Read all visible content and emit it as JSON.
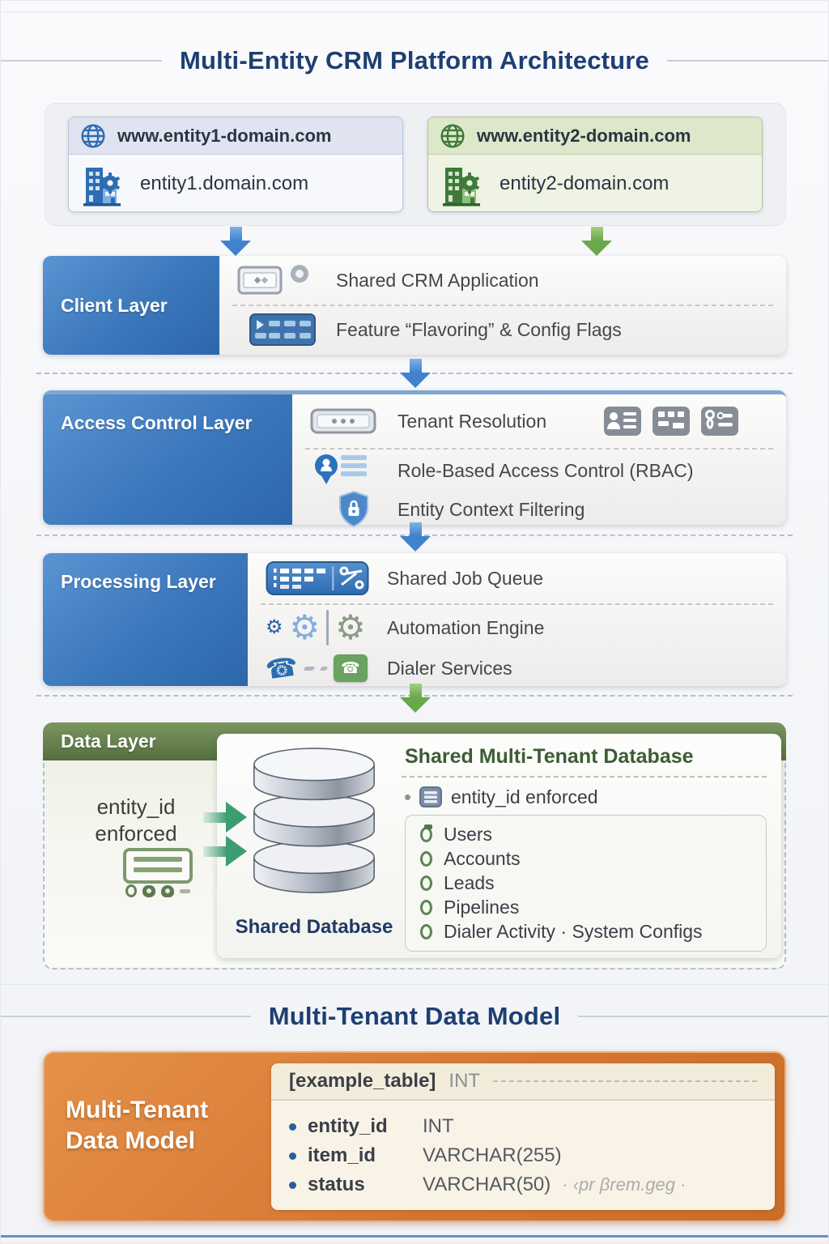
{
  "titles": {
    "main": "Multi-Entity CRM Platform Architecture",
    "secondary": "Multi-Tenant Data Model"
  },
  "domains": {
    "entity1": {
      "url": "www.entity1-domain.com",
      "app": "entity1.domain.com"
    },
    "entity2": {
      "url": "www.entity2-domain.com",
      "app": "entity2-domain.com"
    }
  },
  "layers": {
    "client": {
      "label": "Client Layer",
      "row1": "Shared CRM Application",
      "row2": "Feature “Flavoring” & Config Flags"
    },
    "access": {
      "label": "Access Control Layer",
      "row1": "Tenant Resolution",
      "row2": "Role-Based Access Control (RBAC)",
      "row3": "Entity Context Filtering"
    },
    "processing": {
      "label": "Processing Layer",
      "row1": "Shared Job Queue",
      "row2": "Automation Engine",
      "row3": "Dialer Services"
    },
    "data": {
      "label": "Data Layer",
      "enforced_note": "entity_id enforced",
      "panel_title": "Shared Multi-Tenant Database",
      "enforced_bullet": "entity_id enforced",
      "db_label": "Shared Database",
      "tables": [
        "Users",
        "Accounts",
        "Leads",
        "Pipelines",
        "Dialer Activity · System Configs"
      ]
    }
  },
  "model": {
    "label_line1": "Multi-Tenant",
    "label_line2": "Data Model",
    "table_name": "[example_table]",
    "table_type": "INT",
    "columns": [
      {
        "name": "entity_id",
        "type": "INT",
        "note": ""
      },
      {
        "name": "item_id",
        "type": "VARCHAR(255)",
        "note": ""
      },
      {
        "name": "status",
        "type": "VARCHAR(50)",
        "note": "· ‹pr βrem.geg ·"
      }
    ]
  },
  "colors": {
    "accent_blue": "#3b77bb",
    "accent_green": "#69a84b",
    "accent_olive": "#546e40",
    "accent_orange": "#d57733",
    "title_navy": "#1d3f72",
    "arrow_teal_green": "#3d9c70"
  }
}
